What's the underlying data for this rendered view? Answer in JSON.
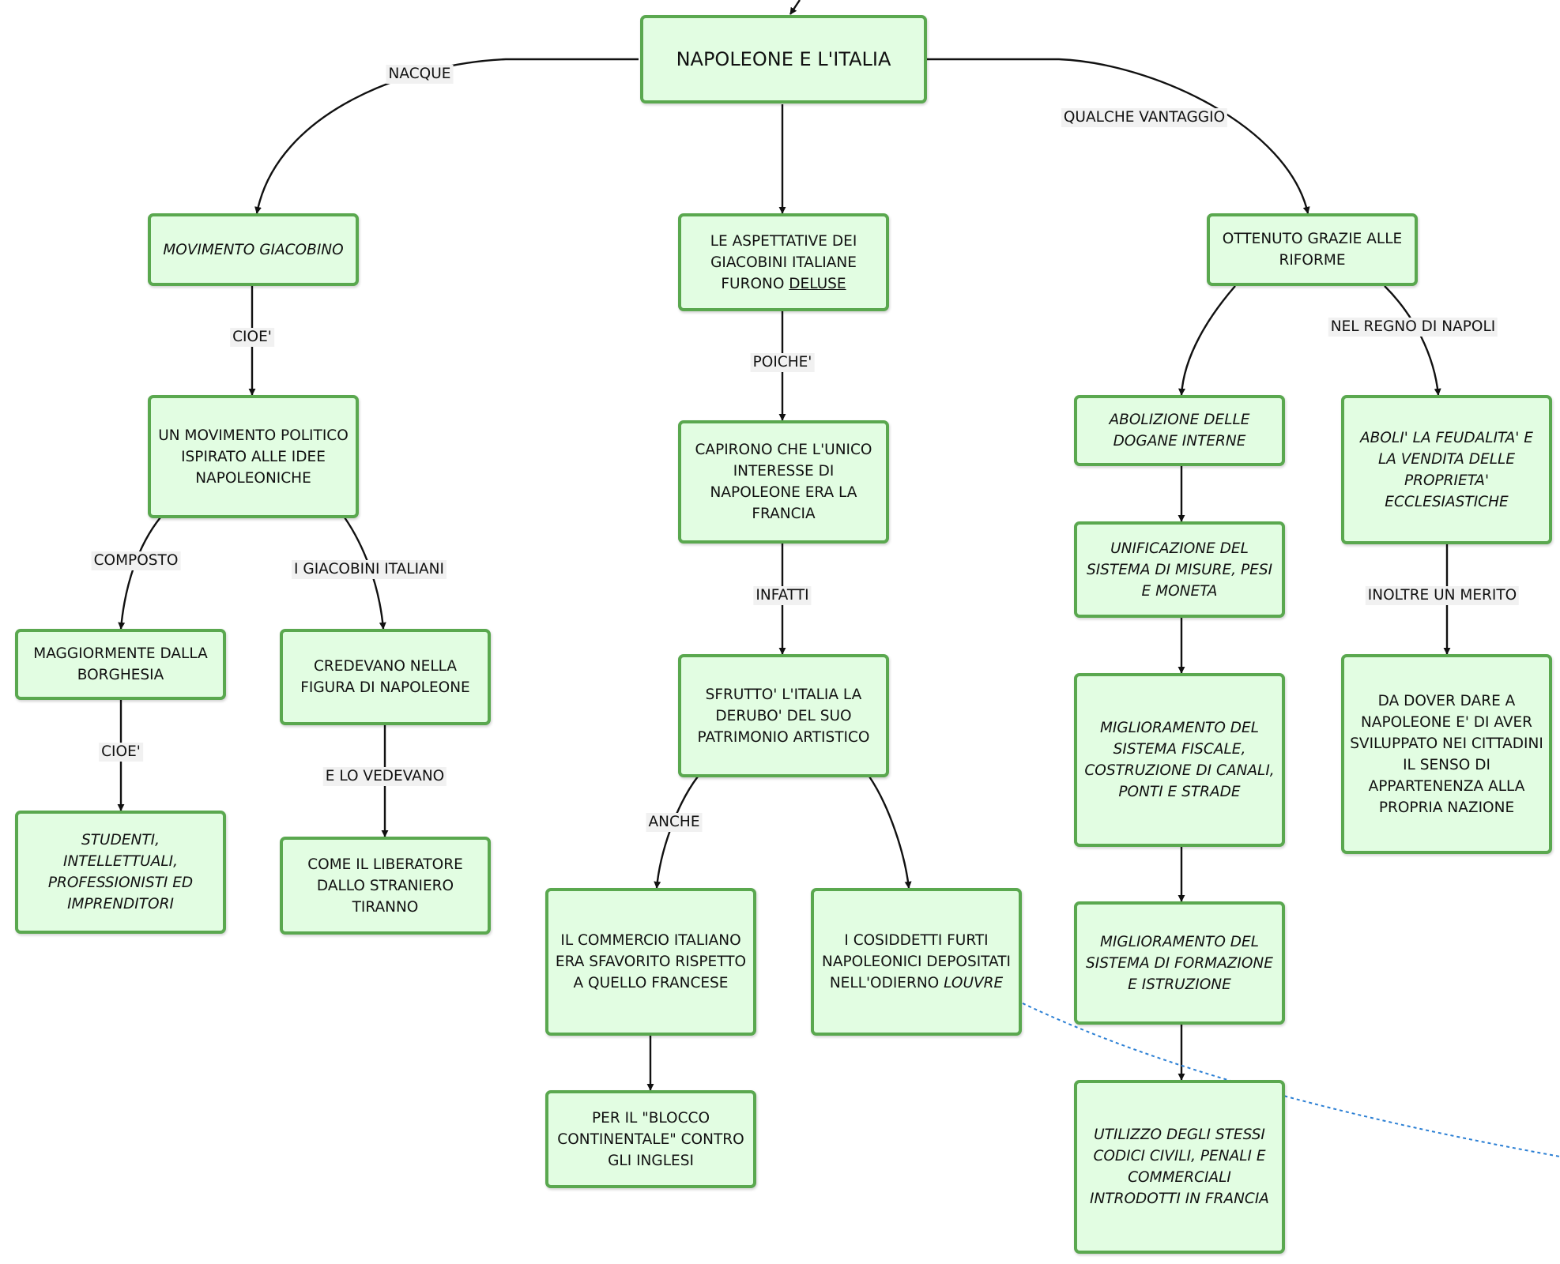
{
  "map": {
    "root": "NAPOLEONE E L'ITALIA",
    "nodes": {
      "movimento": "MOVIMENTO GIACOBINO",
      "politico": "UN MOVIMENTO POLITICO ISPIRATO ALLE IDEE NAPOLEONICHE",
      "borghesia": "MAGGIORMENTE DALLA BORGHESIA",
      "studenti": "STUDENTI, INTELLETTUALI, PROFESSIONISTI ED IMPRENDITORI",
      "credevano": "CREDEVANO NELLA FIGURA DI NAPOLEONE",
      "liberatore": "COME IL LIBERATORE DALLO STRANIERO TIRANNO",
      "aspettative_pre": "LE ASPETTATIVE DEI GIACOBINI ITALIANE FURONO",
      "aspettative_em": "DELUSE",
      "capirono": "CAPIRONO CHE L'UNICO INTERESSE DI NAPOLEONE ERA LA FRANCIA",
      "sfrutto": "SFRUTTO' L'ITALIA LA DERUBO' DEL SUO PATRIMONIO ARTISTICO",
      "commercio": "IL COMMERCIO ITALIANO ERA SFAVORITO RISPETTO A QUELLO FRANCESE",
      "blocco": "PER IL \"BLOCCO CONTINENTALE\" CONTRO GLI INGLESI",
      "furti_pre": "I COSIDDETTI FURTI NAPOLEONICI DEPOSITATI NELL'ODIERNO",
      "furti_em": "LOUVRE",
      "ottenuto": "OTTENUTO GRAZIE ALLE RIFORME",
      "dogane": "ABOLIZIONE DELLE DOGANE INTERNE",
      "unificazione": "UNIFICAZIONE DEL SISTEMA DI MISURE, PESI E MONETA",
      "fiscale": "MIGLIORAMENTO DEL SISTEMA FISCALE, COSTRUZIONE DI CANALI, PONTI E STRADE",
      "formazione": "MIGLIORAMENTO DEL SISTEMA DI FORMAZIONE E ISTRUZIONE",
      "codici": "UTILIZZO DEGLI STESSI CODICI CIVILI, PENALI E COMMERCIALI INTRODOTTI IN FRANCIA",
      "feudalita": "ABOLI' LA FEUDALITA' E LA VENDITA DELLE PROPRIETA' ECCLESIASTICHE",
      "merito": "DA DOVER DARE A NAPOLEONE E' DI AVER SVILUPPATO NEI CITTADINI IL SENSO DI APPARTENENZA ALLA PROPRIA NAZIONE"
    },
    "edge_labels": {
      "nacque": "NACQUE",
      "qualche_vantaggio": "QUALCHE VANTAGGIO",
      "cioe_1": "CIOE'",
      "composto": "COMPOSTO",
      "giacobini_italiani": "I GIACOBINI ITALIANI",
      "cioe_2": "CIOE'",
      "lo_vedevano": "E LO VEDEVANO",
      "poiche": "POICHE'",
      "infatti": "INFATTI",
      "anche": "ANCHE",
      "regno_napoli": "NEL REGNO DI NAPOLI",
      "inoltre": "INOLTRE UN MERITO"
    },
    "colors": {
      "node_fill": "#e2fde2",
      "node_border": "#5aa84f",
      "edge": "#111111",
      "dashed_link": "#2b7fd4",
      "label_bg": "#f1f1f1"
    }
  }
}
